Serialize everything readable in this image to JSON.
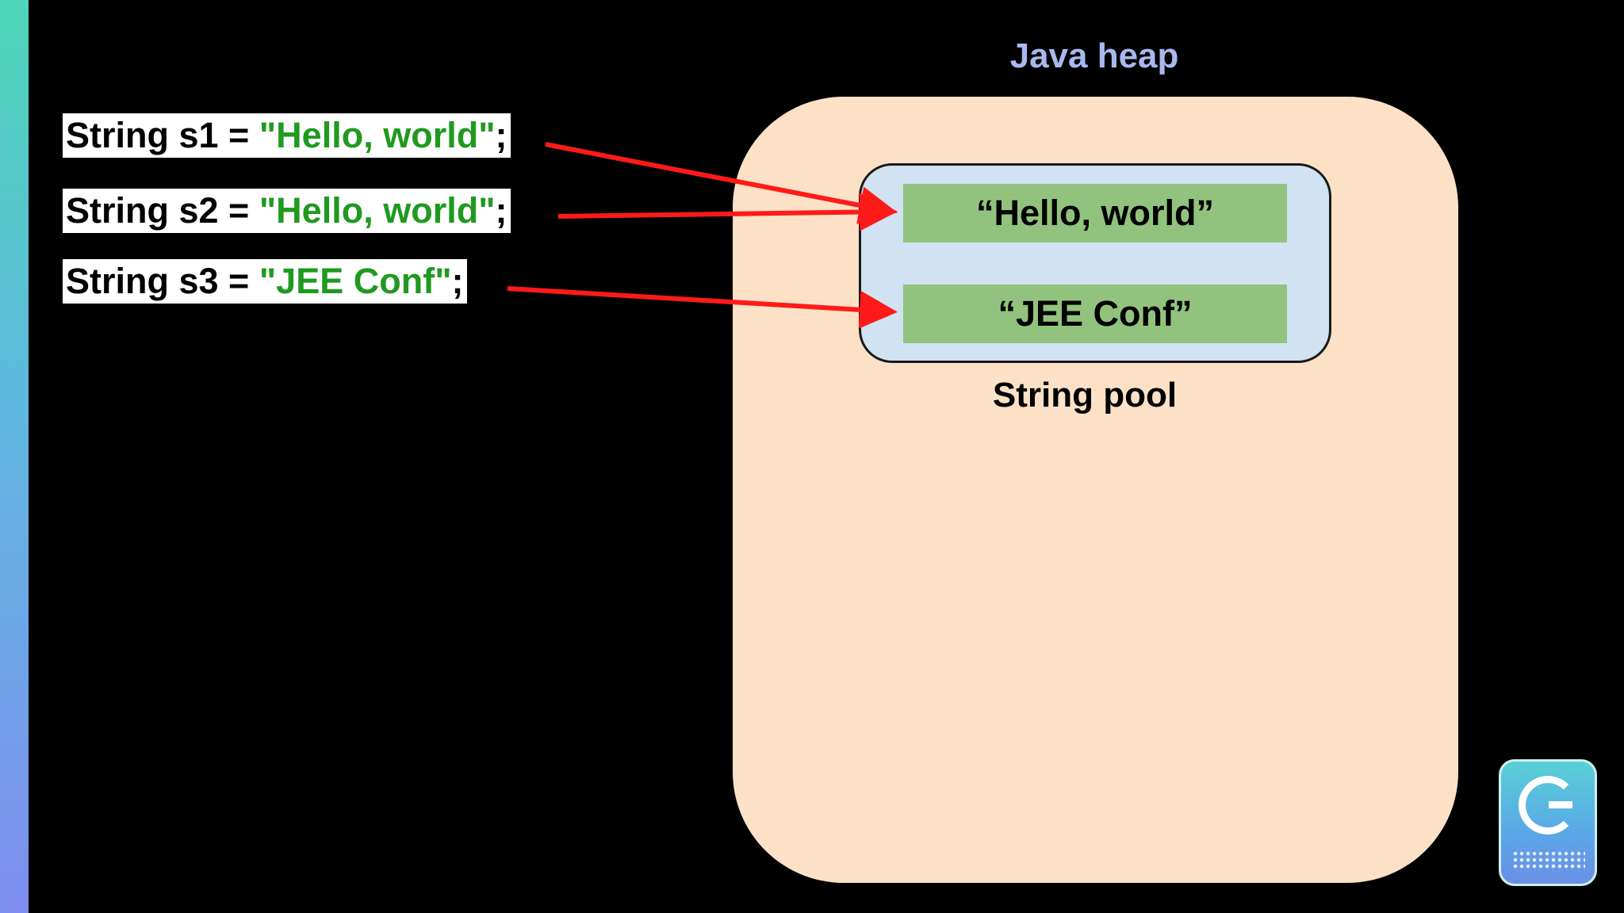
{
  "code": [
    {
      "prefix": "String s1 = ",
      "literal": "\"Hello, world\"",
      "suffix": ";"
    },
    {
      "prefix": "String s2 = ",
      "literal": "\"Hello, world\"",
      "suffix": ";"
    },
    {
      "prefix": "String s3 = ",
      "literal": "\"JEE Conf\"",
      "suffix": ";"
    }
  ],
  "heap": {
    "title": "Java heap"
  },
  "pool": {
    "label": "String pool",
    "entries": [
      "“Hello, world”",
      "“JEE Conf”"
    ]
  },
  "colors": {
    "background": "#000000",
    "heap_fill": "#fce1c6",
    "pool_fill": "#d1e2f2",
    "entry_fill": "#92c37e",
    "literal_text": "#1f9a1f",
    "arrow": "#ff1a1a",
    "heap_title": "#a9b8ee"
  },
  "icons": {
    "logo": "conference-logo-icon"
  }
}
